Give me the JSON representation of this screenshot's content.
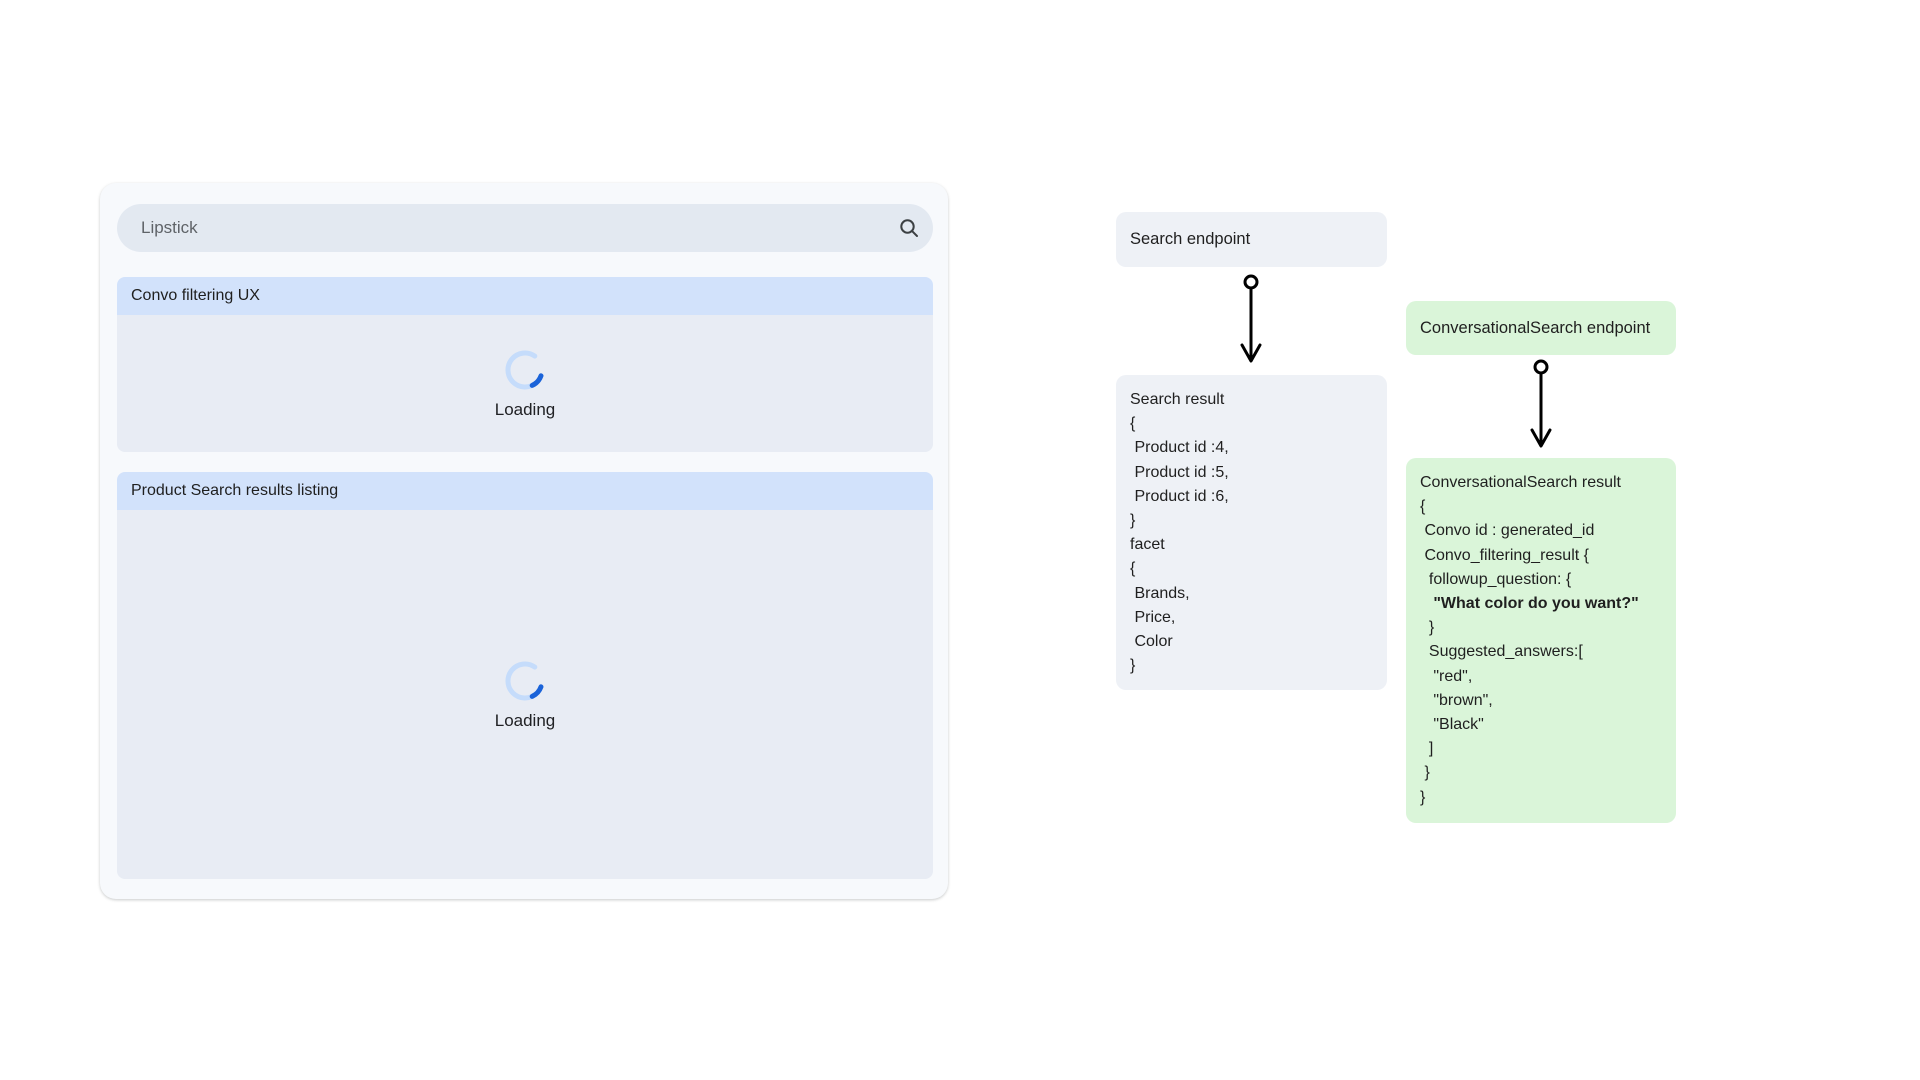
{
  "colors": {
    "panel_bg": "#f7f9fc",
    "section_header_blue": "#d2e2fb",
    "section_body_gray": "#e8ecf4",
    "search_pill_gray": "#e3e9f1",
    "flow_gray_box": "#eef1f6",
    "flow_green_box": "#daf5d9",
    "spinner_ring_light_blue": "#c5dcfb",
    "spinner_arc_blue": "#1a63d9",
    "text_dark": "#1f1f1f",
    "text_muted": "#5f6368"
  },
  "search_panel": {
    "search": {
      "value": "Lipstick",
      "icon": "search-magnifier"
    },
    "sections": [
      {
        "title": "Convo filtering UX",
        "loading_label": "Loading"
      },
      {
        "title": "Product Search results listing",
        "loading_label": "Loading"
      }
    ]
  },
  "flow": {
    "search_branch": {
      "endpoint_label": "Search endpoint",
      "result_lines": [
        {
          "t": "Search result"
        },
        {
          "t": "{"
        },
        {
          "t": " Product id :4,"
        },
        {
          "t": " Product id :5,"
        },
        {
          "t": " Product id :6,"
        },
        {
          "t": "}"
        },
        {
          "t": "facet"
        },
        {
          "t": "{"
        },
        {
          "t": " Brands,"
        },
        {
          "t": " Price,"
        },
        {
          "t": " Color"
        },
        {
          "t": "}"
        }
      ]
    },
    "convo_branch": {
      "endpoint_label": "ConversationalSearch endpoint",
      "result_lines": [
        {
          "t": "ConversationalSearch result"
        },
        {
          "t": "{"
        },
        {
          "t": " Convo id : generated_id"
        },
        {
          "t": " Convo_filtering_result {"
        },
        {
          "t": "  followup_question: {"
        },
        {
          "t": "   \"What color do you want?\"",
          "b": true
        },
        {
          "t": "  }"
        },
        {
          "t": "  Suggested_answers:["
        },
        {
          "t": "   \"red\","
        },
        {
          "t": "   \"brown\","
        },
        {
          "t": "   \"Black\""
        },
        {
          "t": "  ]"
        },
        {
          "t": " }"
        },
        {
          "t": "}"
        }
      ]
    }
  }
}
